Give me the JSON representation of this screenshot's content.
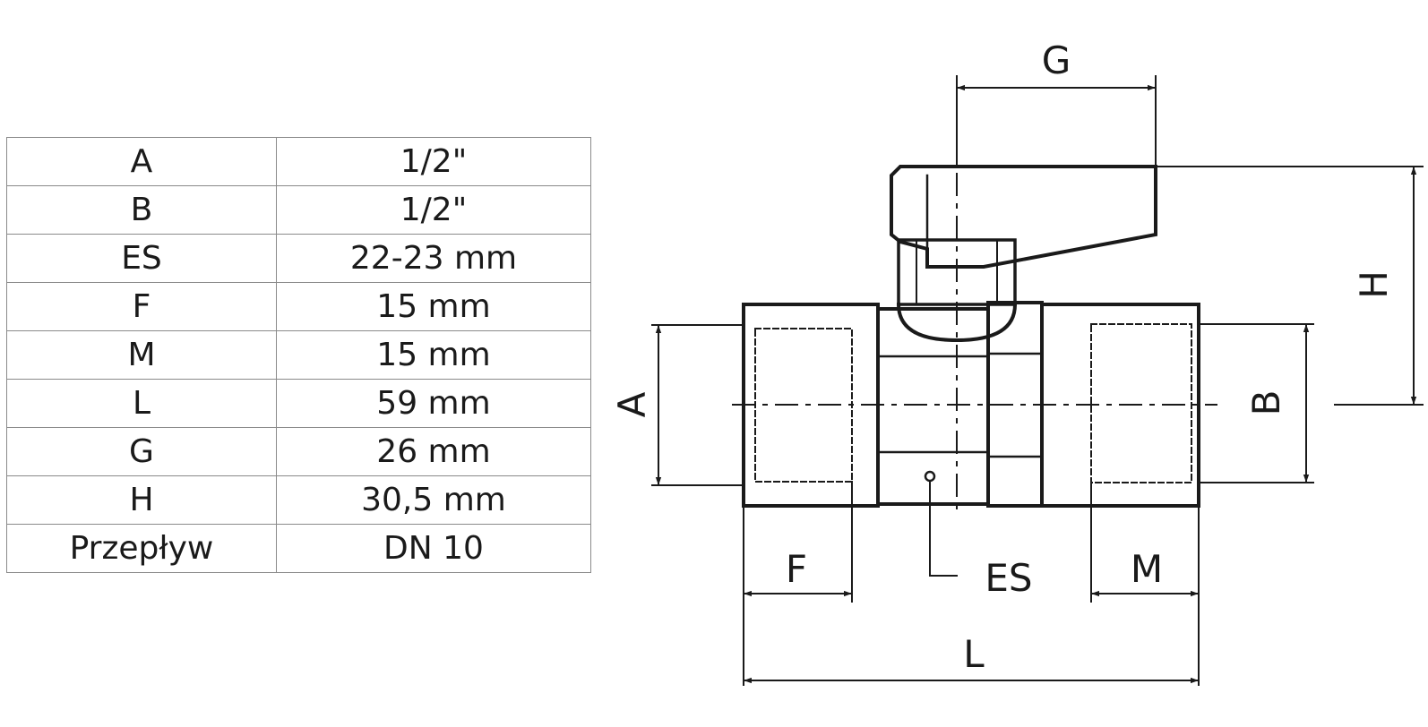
{
  "spec_table": {
    "rows": [
      {
        "key": "A",
        "value": "1/2\""
      },
      {
        "key": "B",
        "value": "1/2\""
      },
      {
        "key": "ES",
        "value": "22-23 mm"
      },
      {
        "key": "F",
        "value": "15 mm"
      },
      {
        "key": "M",
        "value": "15 mm"
      },
      {
        "key": "L",
        "value": "59 mm"
      },
      {
        "key": "G",
        "value": "26 mm"
      },
      {
        "key": "H",
        "value": "30,5 mm"
      },
      {
        "key": "Przepływ",
        "value": "DN 10"
      }
    ]
  },
  "drawing": {
    "labels": {
      "g": "G",
      "h": "H",
      "a": "A",
      "b": "B",
      "f": "F",
      "m": "M",
      "es": "ES",
      "l": "L"
    }
  }
}
